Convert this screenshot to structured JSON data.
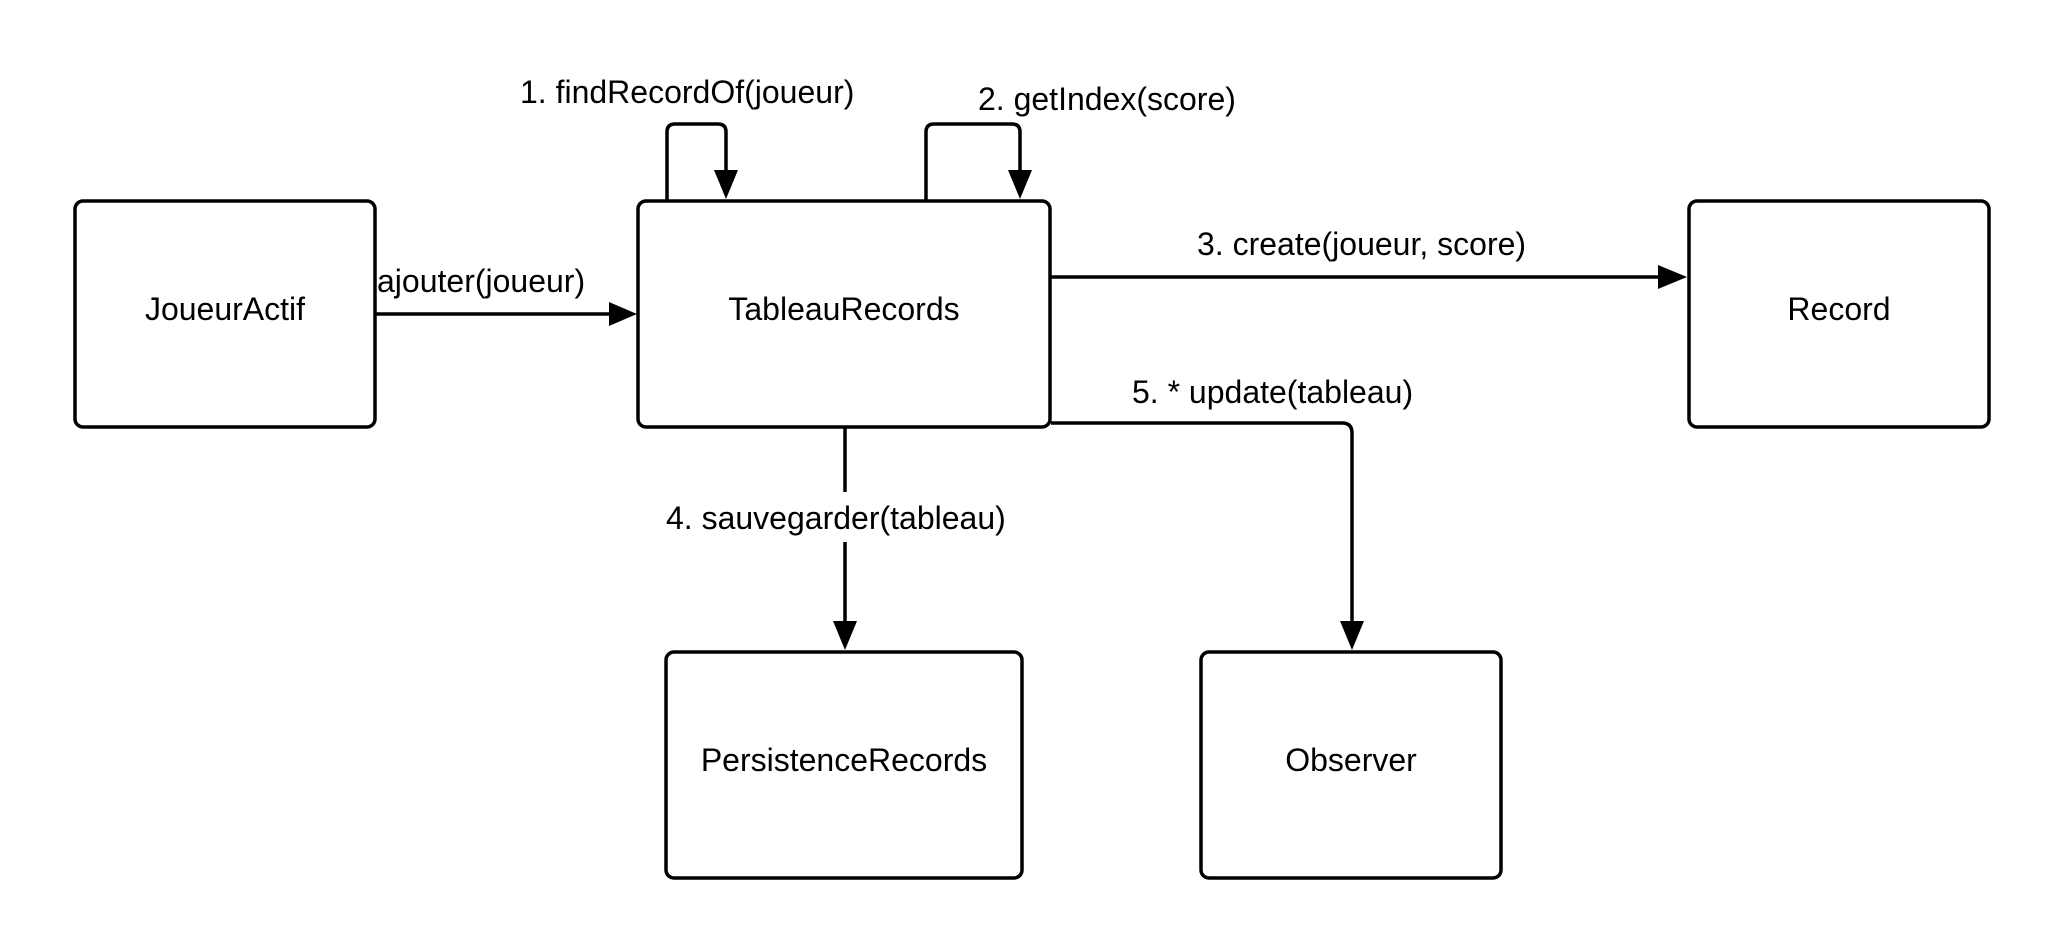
{
  "nodes": {
    "joueur_actif": "JoueurActif",
    "tableau_records": "TableauRecords",
    "record": "Record",
    "persistence_records": "PersistenceRecords",
    "observer": "Observer"
  },
  "edges": {
    "ajouter": "ajouter(joueur)",
    "find_record_of": "1. findRecordOf(joueur)",
    "get_index": "2. getIndex(score)",
    "create": "3. create(joueur, score)",
    "sauvegarder": "4. sauvegarder(tableau)",
    "update": "5. * update(tableau)"
  }
}
